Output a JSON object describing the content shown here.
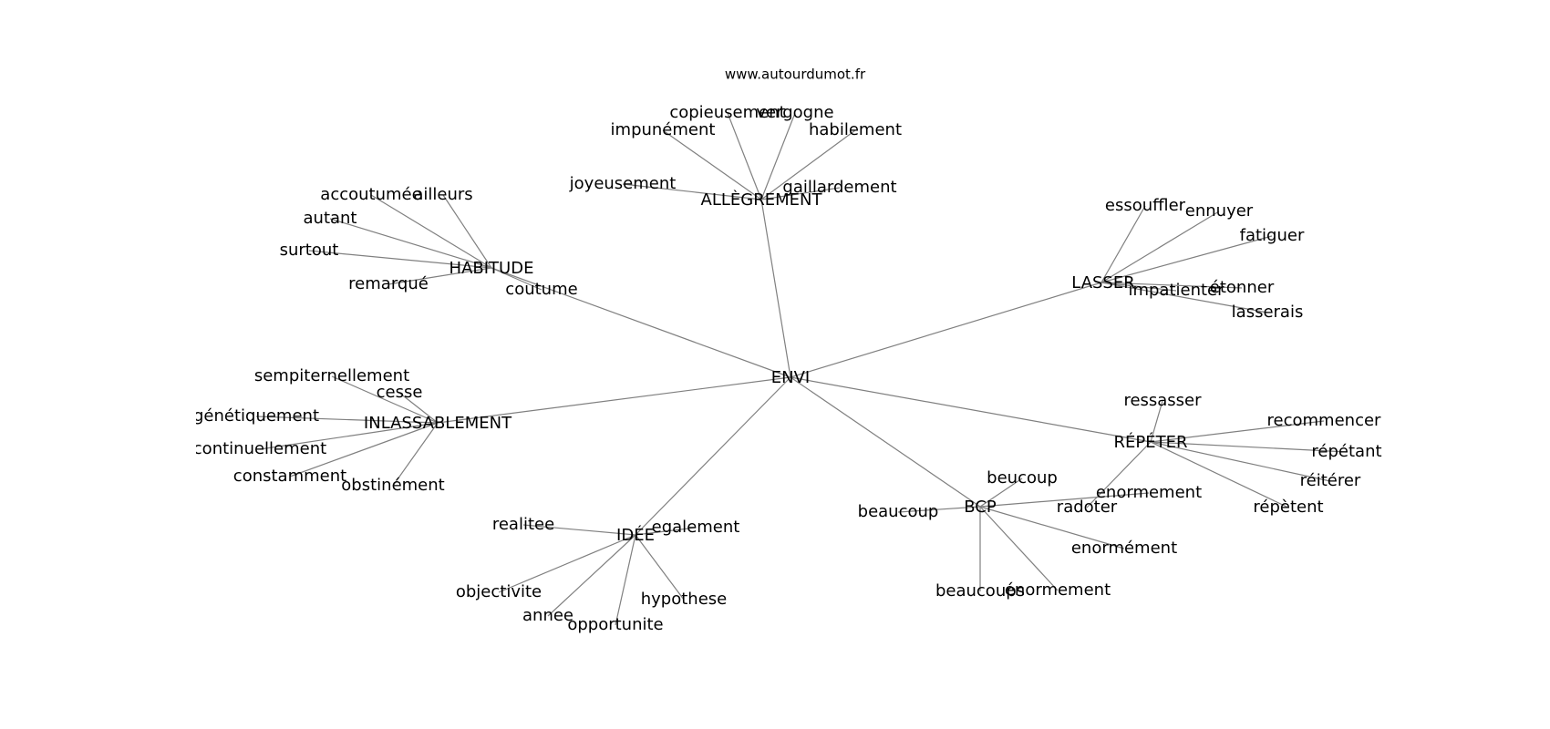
{
  "caption": "www.autourdumot.fr",
  "graph": {
    "center": "ENVI",
    "clusters": [
      {
        "hub": "ALLÈGREMENT",
        "leaves": [
          "copieusement",
          "vergogne",
          "impunément",
          "habilement",
          "joyeusement",
          "gaillardement"
        ]
      },
      {
        "hub": "HABITUDE",
        "leaves": [
          "accoutumée",
          "ailleurs",
          "autant",
          "surtout",
          "remarqué",
          "coutume"
        ]
      },
      {
        "hub": "LASSER",
        "leaves": [
          "essouffler",
          "ennuyer",
          "fatiguer",
          "impatienter",
          "étonner",
          "lasserais"
        ]
      },
      {
        "hub": "INLASSABLEMENT",
        "leaves": [
          "sempiternellement",
          "cesse",
          "génétiquement",
          "continuellement",
          "constamment",
          "obstinément"
        ]
      },
      {
        "hub": "RÉPÉTER",
        "leaves": [
          "ressasser",
          "recommencer",
          "répétant",
          "réitérer",
          "répètent",
          "radoter"
        ]
      },
      {
        "hub": "BCP",
        "leaves": [
          "beucoup",
          "enormement",
          "beaucoup",
          "enormément",
          "beaucoups",
          "énormement"
        ]
      },
      {
        "hub": "IDÉE",
        "leaves": [
          "realitee",
          "egalement",
          "objectivite",
          "hypothese",
          "annee",
          "opportunite"
        ]
      }
    ]
  }
}
